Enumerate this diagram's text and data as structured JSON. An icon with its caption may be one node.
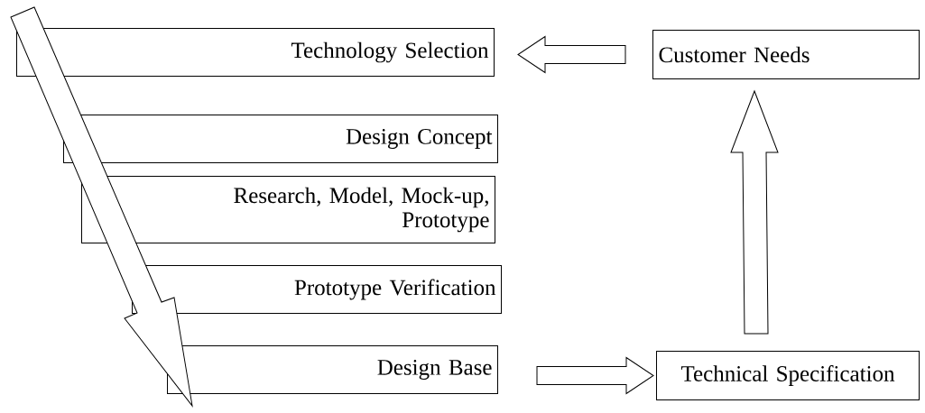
{
  "diagram": {
    "nodes": [
      {
        "text": [
          "Technology Selection"
        ]
      },
      {
        "text": [
          "Customer Needs"
        ]
      },
      {
        "text": [
          "Design Concept"
        ]
      },
      {
        "text": [
          "Research, Model, Mock-up, Prototype"
        ]
      },
      {
        "text": [
          "Prototype Verification"
        ]
      },
      {
        "text": [
          "Design Base"
        ]
      },
      {
        "text": [
          "Technical Specification"
        ]
      }
    ],
    "edges": [
      {
        "from": 1,
        "to": 0,
        "arrow": "to"
      },
      {
        "from": 6,
        "to": 1,
        "arrow": "to"
      },
      {
        "from": 5,
        "to": 6,
        "arrow": "to"
      }
    ]
  }
}
